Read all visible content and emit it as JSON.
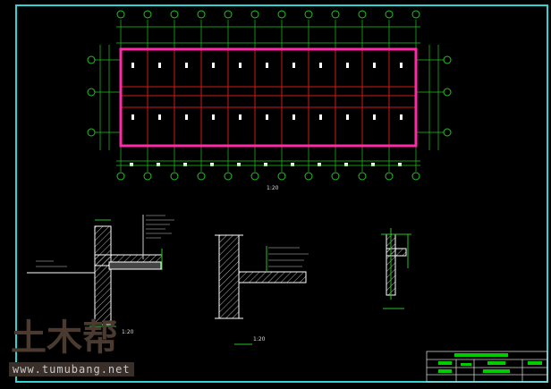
{
  "drawing": {
    "scale_labels": [
      "1:20",
      "1:20",
      "1:20"
    ]
  },
  "watermark": {
    "logo_text": "土木帮",
    "url": "www.tumubang.net"
  },
  "colors": {
    "background": "#000000",
    "frame": "#2fd3d3",
    "axis": "#22c322",
    "wall": "#ff2aa8",
    "beam": "#d01818",
    "detail": "#ffffff"
  }
}
